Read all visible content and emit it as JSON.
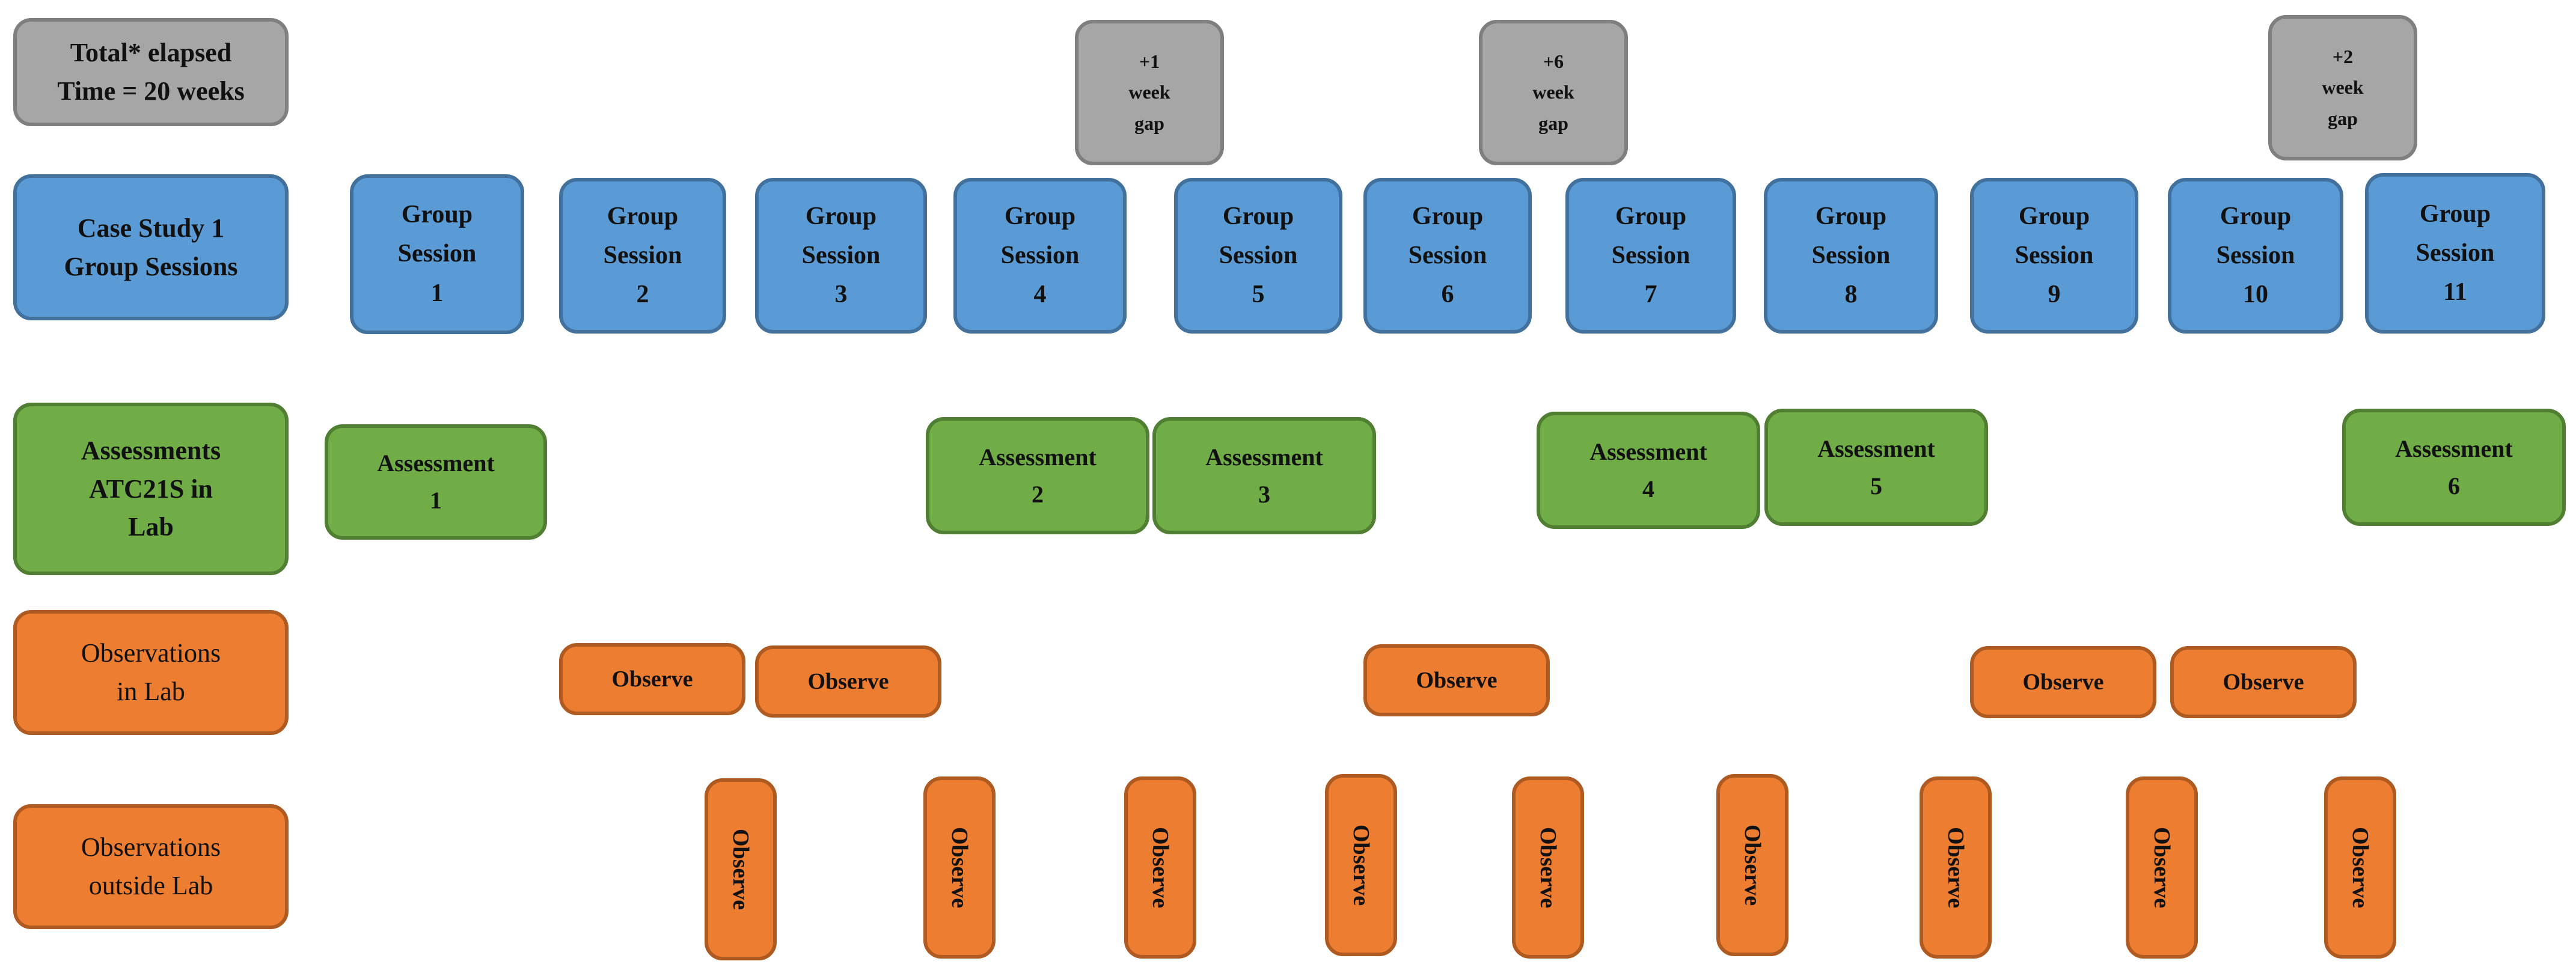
{
  "total_elapsed": [
    "Total* elapsed",
    "Time = 20 weeks"
  ],
  "gaps": [
    [
      "+1",
      "week",
      "gap"
    ],
    [
      "+6",
      "week",
      "gap"
    ],
    [
      "+2",
      "week",
      "gap"
    ]
  ],
  "rows": {
    "group_sessions": {
      "header": [
        "Case Study 1",
        "Group Sessions"
      ]
    },
    "assessments": {
      "header": [
        "Assessments",
        "ATC21S in",
        "Lab"
      ]
    },
    "observations_in_lab": {
      "header": [
        "Observations",
        "in Lab"
      ]
    },
    "observations_outside_lab": {
      "header": [
        "Observations",
        "outside Lab"
      ]
    }
  },
  "group_session_word_1": "Group",
  "group_session_word_2": "Session",
  "group_sessions": [
    "1",
    "2",
    "3",
    "4",
    "5",
    "6",
    "7",
    "8",
    "9",
    "10",
    "11"
  ],
  "assessment_word": "Assessment",
  "assessments": [
    "1",
    "2",
    "3",
    "4",
    "5",
    "6"
  ],
  "observe_label": "Observe",
  "colors": {
    "gray": "#a6a6a6",
    "blue": "#5b9bd5",
    "green": "#70ad47",
    "orange": "#ed7d31"
  }
}
